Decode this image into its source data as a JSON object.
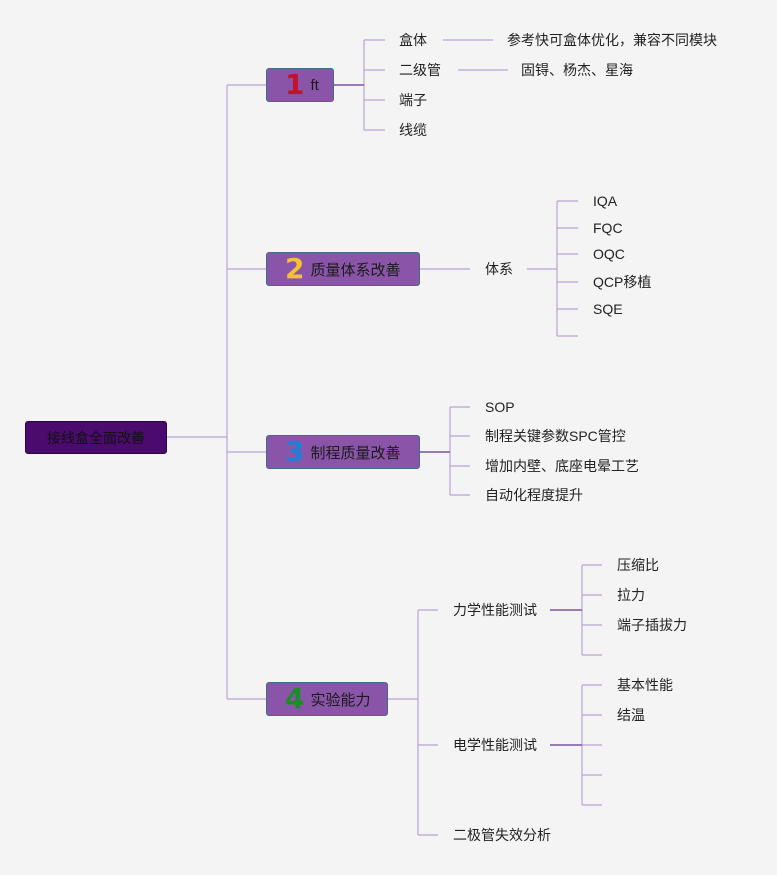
{
  "root": {
    "label": "接线盒全面改善"
  },
  "branches": [
    {
      "num": "1",
      "color": "#c8102e",
      "label": "ft",
      "children": [
        {
          "label": "盒体",
          "note": "参考快可盒体优化，兼容不同模块"
        },
        {
          "label": "二级管",
          "note": "固锝、杨杰、星海"
        },
        {
          "label": "端子"
        },
        {
          "label": "线缆"
        }
      ]
    },
    {
      "num": "2",
      "color": "#f2c230",
      "label": "质量体系改善",
      "children": [
        {
          "label": "体系",
          "items": [
            "IQA",
            "FQC",
            "OQC",
            "QCP移植",
            "SQE",
            ""
          ]
        }
      ]
    },
    {
      "num": "3",
      "color": "#1f7fd6",
      "label": "制程质量改善",
      "children": [
        {
          "label": "SOP"
        },
        {
          "label": "制程关键参数SPC管控"
        },
        {
          "label": "增加内壁、底座电晕工艺"
        },
        {
          "label": "自动化程度提升"
        }
      ]
    },
    {
      "num": "4",
      "color": "#1f8a2a",
      "label": "实验能力",
      "children": [
        {
          "label": "力学性能测试",
          "items": [
            "压缩比",
            "拉力",
            "端子插拔力",
            ""
          ]
        },
        {
          "label": "电学性能测试",
          "items": [
            "基本性能",
            "结温",
            "",
            "",
            ""
          ]
        },
        {
          "label": "二极管失效分析"
        }
      ]
    }
  ]
}
